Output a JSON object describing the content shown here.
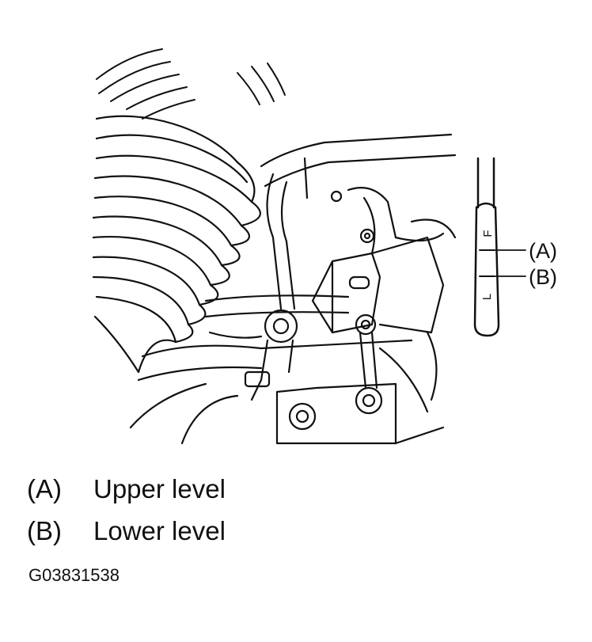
{
  "dipstick": {
    "mark_full": "F",
    "mark_low": "L"
  },
  "callouts": [
    {
      "id": "A",
      "label": "(A)"
    },
    {
      "id": "B",
      "label": "(B)"
    }
  ],
  "legend": [
    {
      "key": "(A)",
      "description": "Upper level"
    },
    {
      "key": "(B)",
      "description": "Lower level"
    }
  ],
  "figure_id": "G03831538",
  "colors": {
    "ink": "#111111",
    "paper": "#ffffff"
  }
}
